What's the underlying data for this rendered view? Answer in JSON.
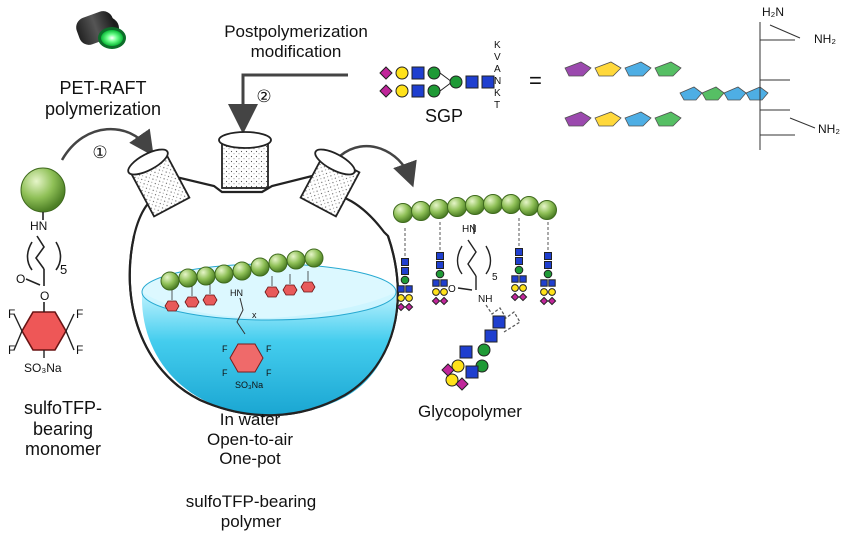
{
  "labels": {
    "light_source": "PET-RAFT\npolymerization",
    "step1_marker": "①",
    "step2_marker": "②",
    "postpoly": "Postpolymerization\nmodification",
    "sgp": "SGP",
    "equals": "=",
    "monomer": "sulfoTFP-\nbearing\nmonomer",
    "conditions": "In water\nOpen-to-air\nOne-pot",
    "polymer": "sulfoTFP-bearing\npolymer",
    "glycopolymer": "Glycopolymer"
  },
  "peptide_letters": [
    "K",
    "V",
    "A",
    "N",
    "K",
    "T"
  ],
  "chem": {
    "hn": "HN",
    "nh": "NH",
    "o": "O",
    "f": "F",
    "so3na": "SO₃Na",
    "n5": "5",
    "x": "x",
    "nh2": "NH₂",
    "h2n": "H₂N"
  },
  "colors": {
    "bead_green": "#7cb342",
    "flask_liquid": "#2ec3e8",
    "ring_red": "#e85a5a",
    "glycan_magenta": "#c0269a",
    "glycan_yellow": "#ffe21a",
    "glycan_blue": "#1f3fcf",
    "glycan_green": "#1f9a36",
    "led_green": "#3dff6a"
  }
}
